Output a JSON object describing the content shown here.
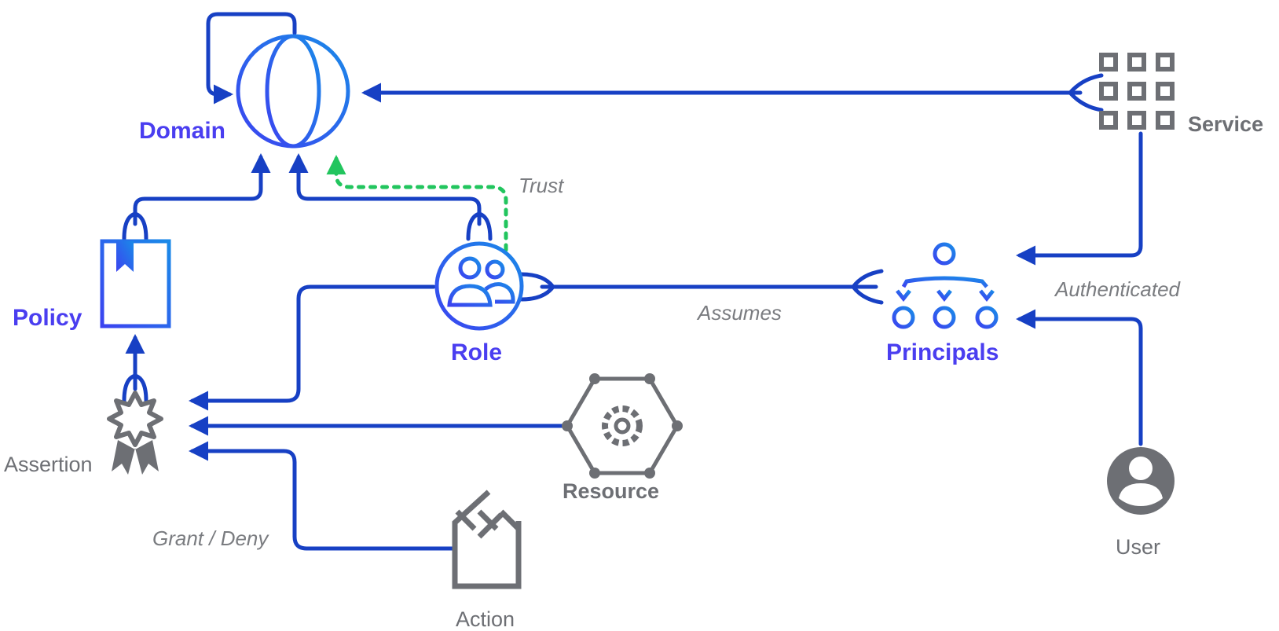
{
  "nodes": {
    "domain": {
      "label": "Domain",
      "icon": "globe-icon"
    },
    "policy": {
      "label": "Policy",
      "icon": "document-icon"
    },
    "role": {
      "label": "Role",
      "icon": "group-icon"
    },
    "principals": {
      "label": "Principals",
      "icon": "hierarchy-icon"
    },
    "service": {
      "label": "Service",
      "icon": "grid-icon"
    },
    "assertion": {
      "label": "Assertion",
      "icon": "award-icon"
    },
    "resource": {
      "label": "Resource",
      "icon": "gear-hexagon-icon"
    },
    "action": {
      "label": "Action",
      "icon": "clapperboard-icon"
    },
    "user": {
      "label": "User",
      "icon": "user-icon"
    }
  },
  "edges": {
    "trust": "Trust",
    "assumes": "Assumes",
    "authenticated": "Authenticated",
    "grant_deny": "Grant / Deny"
  },
  "colors": {
    "connector": "#1740c4",
    "node_blue_start": "#3b43f0",
    "node_blue_end": "#1a8ae8",
    "node_gray": "#6d6f74",
    "trust_dashed": "#22c55e"
  }
}
